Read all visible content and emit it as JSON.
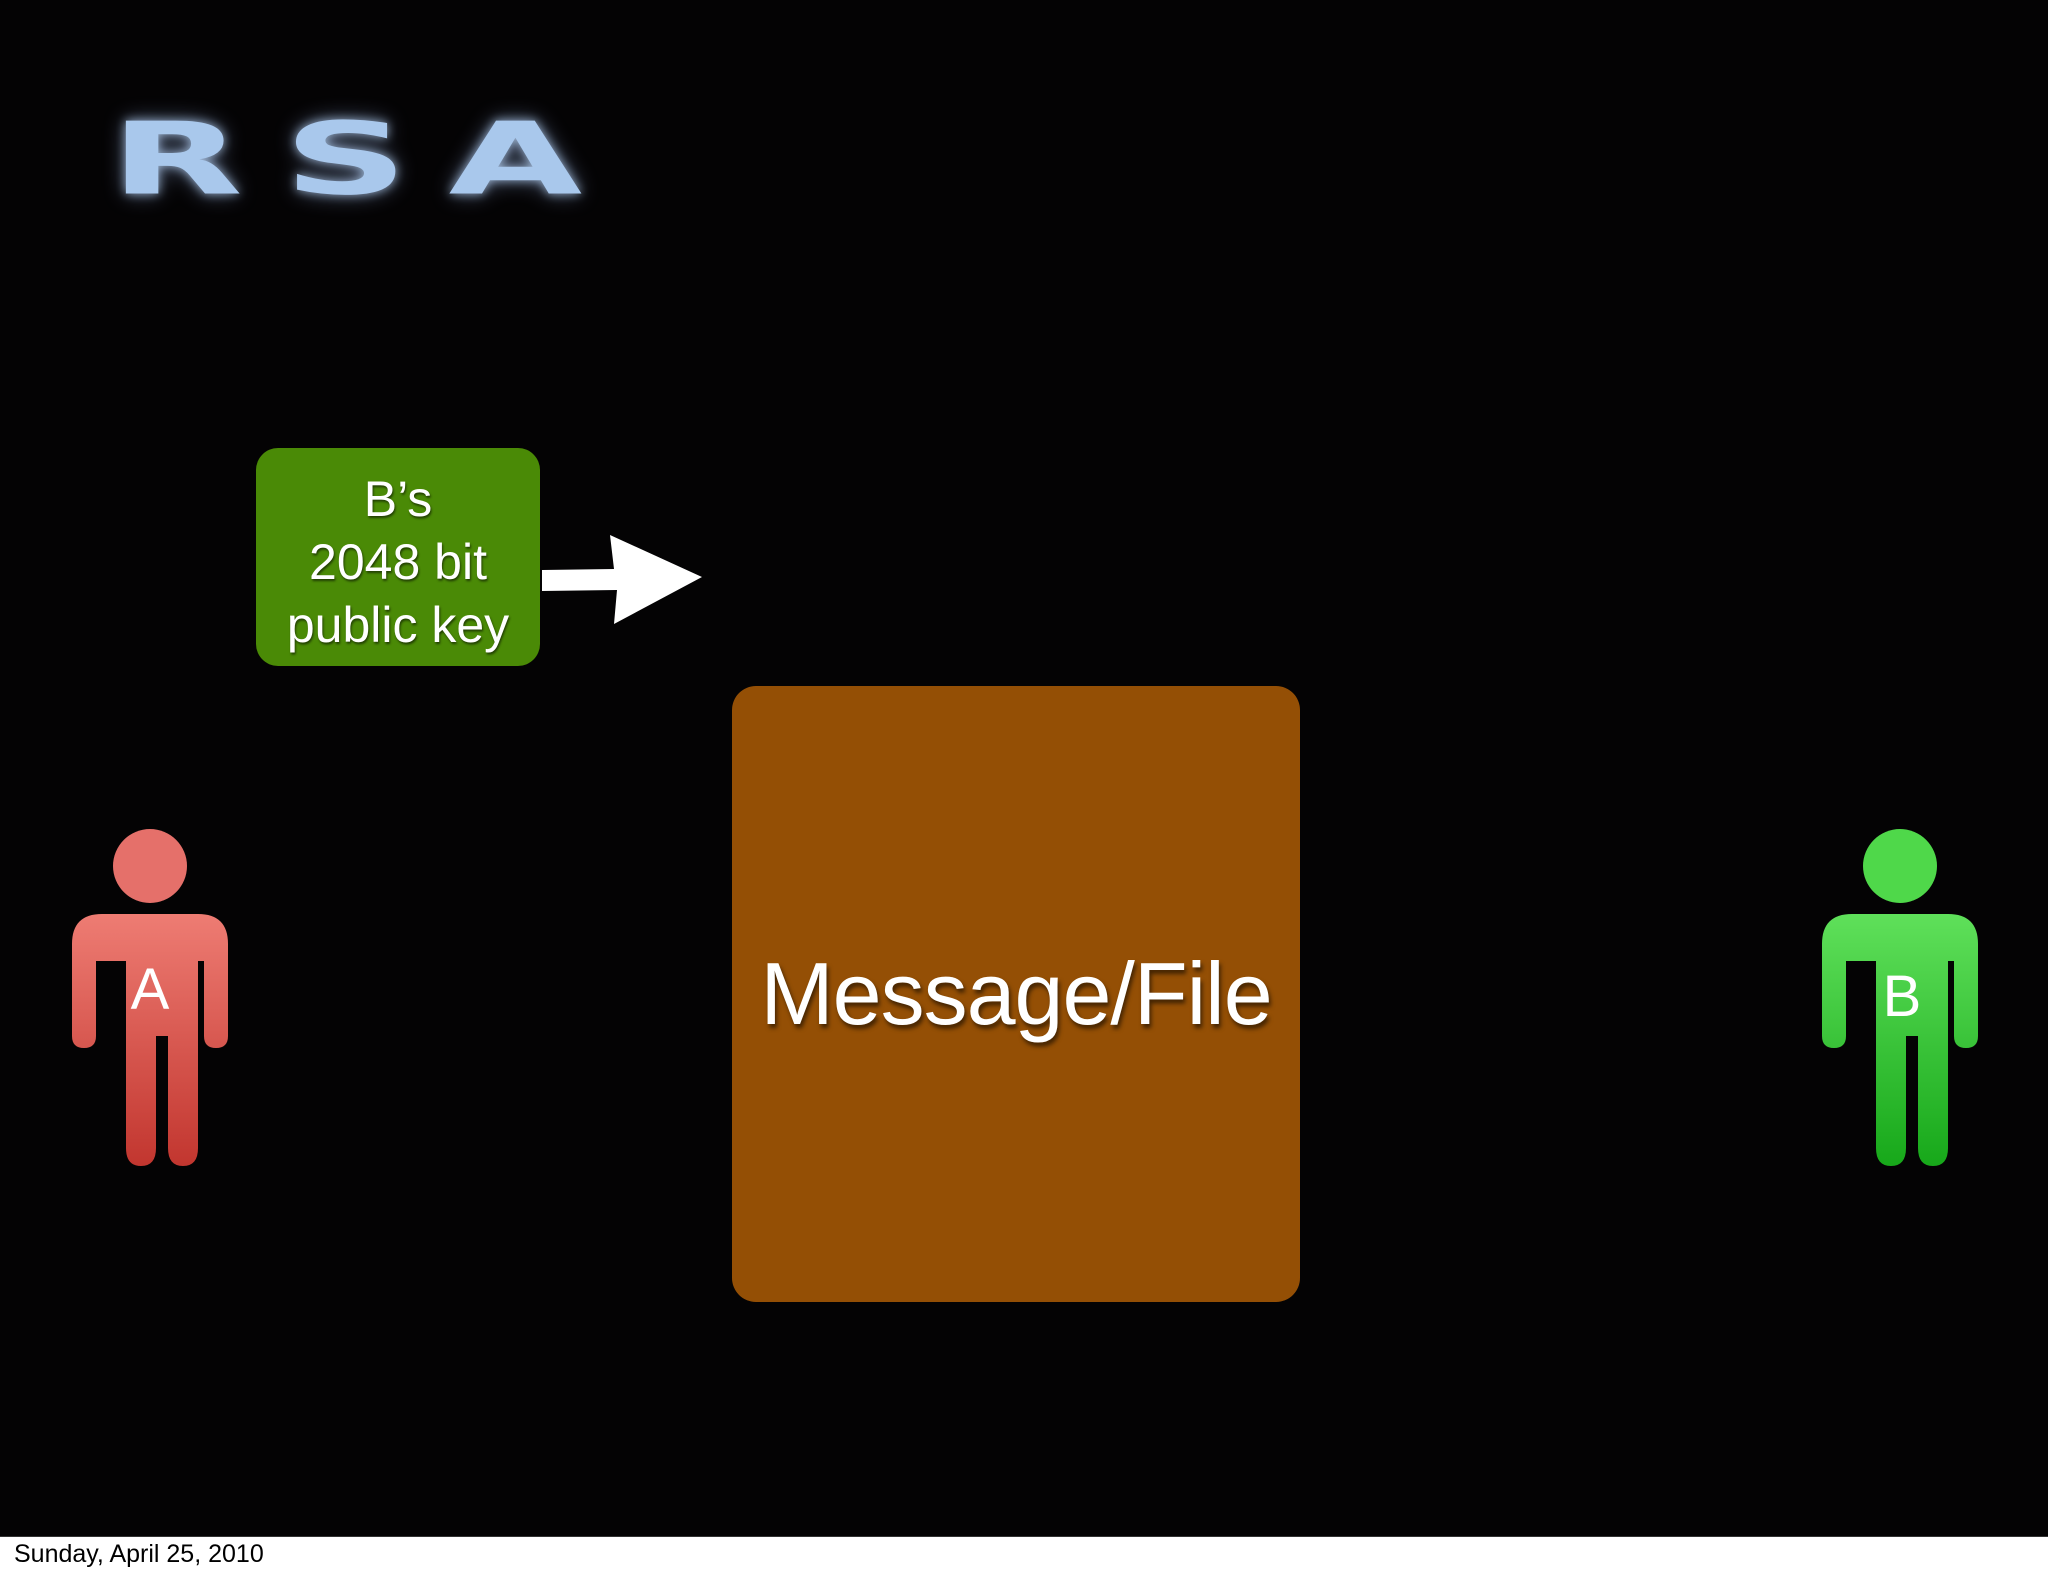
{
  "slide": {
    "title": "RSA",
    "key_box": {
      "lines": [
        "B’s",
        "2048 bit",
        "public key"
      ],
      "color": "#4a8a06"
    },
    "message_box": {
      "label": "Message/File",
      "color": "#944f05"
    },
    "persons": [
      {
        "label": "A",
        "color": "#d9534f"
      },
      {
        "label": "B",
        "color": "#2cc52c"
      }
    ],
    "arrow_icon": "right-arrow-icon"
  },
  "footer": {
    "date": "Sunday, April 25, 2010"
  }
}
